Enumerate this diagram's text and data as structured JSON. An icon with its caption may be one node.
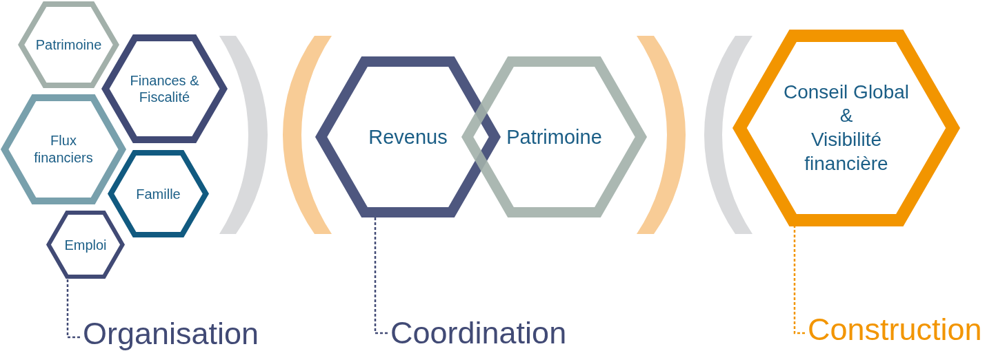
{
  "diagram": {
    "nodes": [
      {
        "text": [
          "Patrimoine"
        ]
      },
      {
        "text": [
          "Finances & Fiscalité"
        ]
      },
      {
        "text": [
          "Flux financiers"
        ]
      },
      {
        "text": [
          "Famille"
        ]
      },
      {
        "text": [
          "Emploi"
        ]
      },
      {
        "text": [
          "Organisation"
        ]
      },
      {
        "text": [],
        "shape": "bracket"
      },
      {
        "text": [],
        "shape": "bracket"
      },
      {
        "text": [
          "Revenus"
        ]
      },
      {
        "text": [
          "Patrimoine"
        ]
      },
      {
        "text": [
          "Coordination"
        ]
      },
      {
        "text": [],
        "shape": "bracket"
      },
      {
        "text": [],
        "shape": "bracket"
      },
      {
        "text": [
          "Conseil Global & Visibilité financière"
        ]
      },
      {
        "text": [
          "Construction"
        ]
      }
    ],
    "edges": [
      {
        "from": 5,
        "to": 4,
        "arrow": "none",
        "style": "dashed"
      },
      {
        "from": 10,
        "to": 8,
        "arrow": "none",
        "style": "dashed"
      },
      {
        "from": 14,
        "to": 13,
        "arrow": "none",
        "style": "dashed",
        "color": "#f29500"
      }
    ]
  }
}
